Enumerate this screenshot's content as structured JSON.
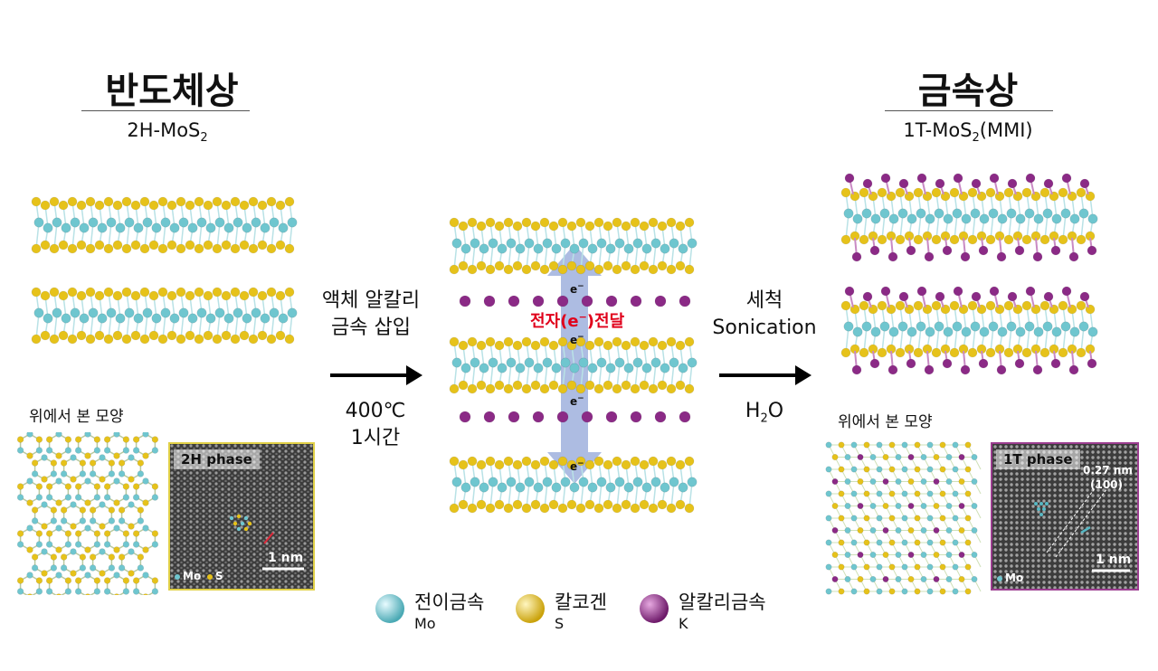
{
  "left": {
    "title": "반도체상",
    "subtitle": "2H-MoS",
    "subtitle_sub": "2",
    "top_view_label": "위에서 본 모양",
    "tem": {
      "phase_label": "2H phase",
      "legend_mo": "Mo",
      "legend_s": "S",
      "scale": "1 nm"
    }
  },
  "step1": {
    "line1": "액체 알칼리",
    "line2": "금속 삽입",
    "condition1": "400℃",
    "condition2": "1시간"
  },
  "middle": {
    "electron": "e",
    "electron_sup": "−",
    "transfer_pre": "전자(e",
    "transfer_sup": "−",
    "transfer_post": ")전달"
  },
  "step2": {
    "line1": "세척",
    "line2": "Sonication",
    "condition_main": "H",
    "condition_sub": "2",
    "condition_tail": "O"
  },
  "right": {
    "title": "금속상",
    "subtitle_pre": "1T-MoS",
    "subtitle_sub": "2",
    "subtitle_post": "(MMI)",
    "top_view_label": "위에서 본 모양",
    "tem": {
      "phase_label": "1T phase",
      "spacing": "0.27 nm",
      "plane": "(100)",
      "legend_mo": "Mo",
      "scale": "1 nm"
    }
  },
  "legend": [
    {
      "name": "전이금속",
      "symbol": "Mo",
      "color": "#6fc6cf"
    },
    {
      "name": "칼코겐",
      "symbol": "S",
      "color": "#e6c21a"
    },
    {
      "name": "알칼리금속",
      "symbol": "K",
      "color": "#8b2a86"
    }
  ],
  "colors": {
    "mo": "#6fc6cf",
    "s": "#e6c21a",
    "k": "#8b2a86",
    "arrow": "#9fb0dd"
  }
}
